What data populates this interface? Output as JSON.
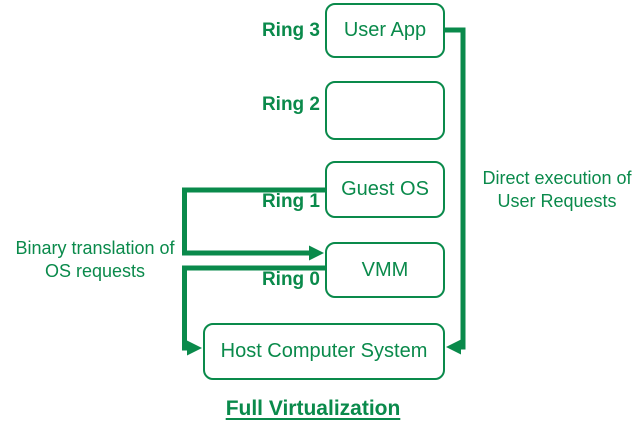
{
  "diagram": {
    "title": "Full Virtualization",
    "accent_color": "#0a8a4b",
    "rings": [
      {
        "label": "Ring 3"
      },
      {
        "label": "Ring 2"
      },
      {
        "label": "Ring 1"
      },
      {
        "label": "Ring 0"
      }
    ],
    "boxes": [
      {
        "id": "user-app",
        "label": "User App"
      },
      {
        "id": "ring2-empty",
        "label": ""
      },
      {
        "id": "guest-os",
        "label": "Guest OS"
      },
      {
        "id": "vmm",
        "label": "VMM"
      },
      {
        "id": "host-computer-system",
        "label": "Host Computer System"
      }
    ],
    "annotations": {
      "binary_translation": {
        "line1": "Binary translation of",
        "line2": "OS requests"
      },
      "direct_execution": {
        "line1": "Direct execution of",
        "line2": "User Requests"
      }
    }
  }
}
